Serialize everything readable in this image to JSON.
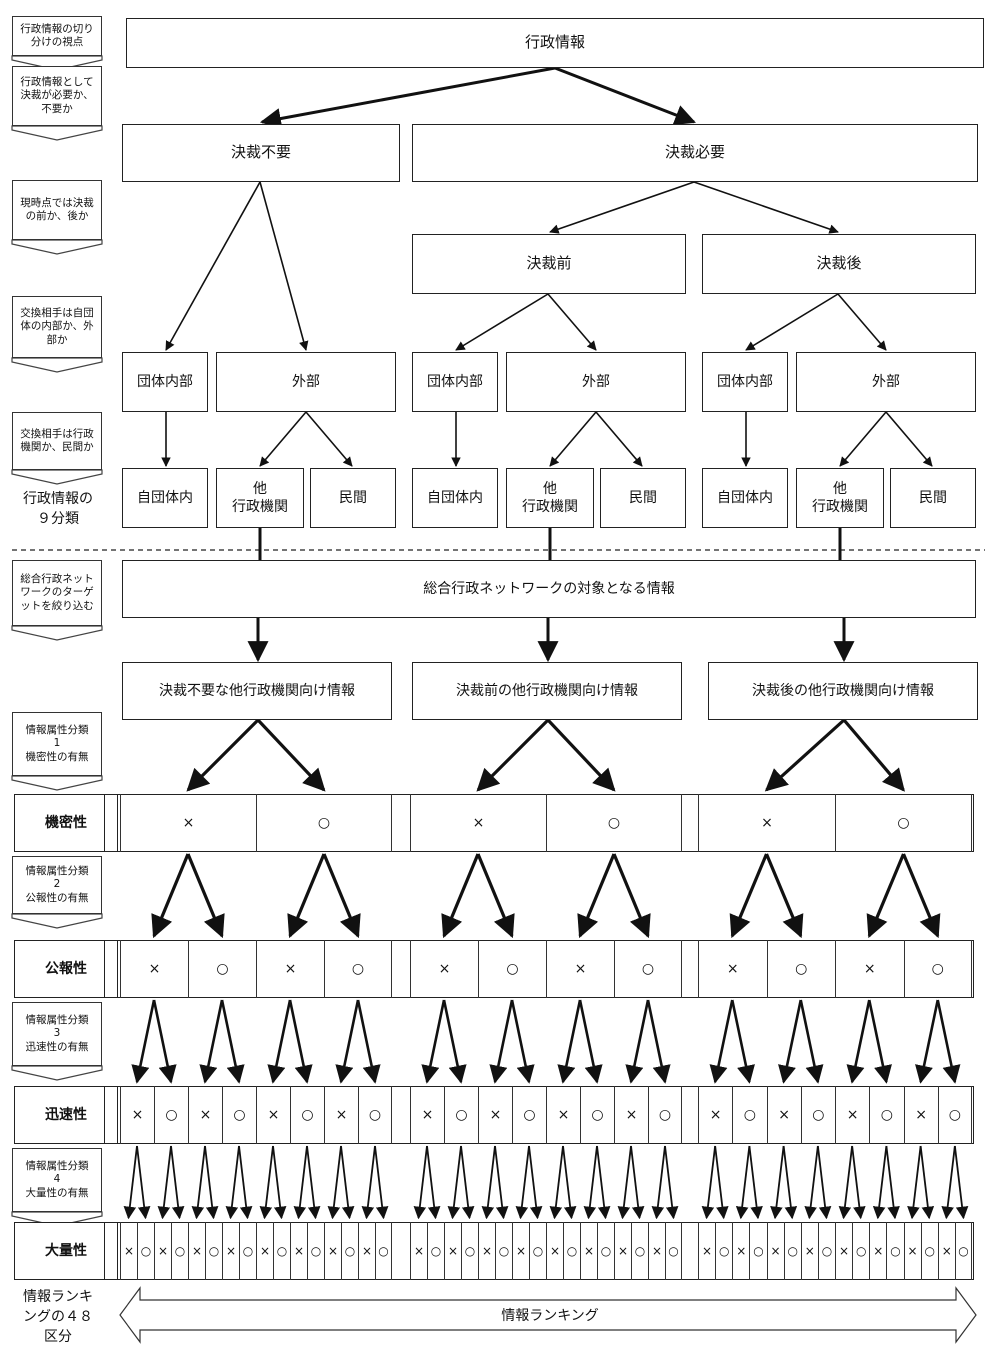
{
  "left_steps": [
    "行政情報の切り分けの視点",
    "行政情報として決裁が必要か、不要か",
    "現時点では決裁の前か、後か",
    "交換相手は自団体の内部か、外部か",
    "交換相手は行政機関か、民間か",
    "総合行政ネットワークのターゲットを絞り込む",
    "情報属性分類\n1\n機密性の有無",
    "情報属性分類\n2\n公報性の有無",
    "情報属性分類\n3\n迅速性の有無",
    "情報属性分類\n4\n大量性の有無"
  ],
  "nine_label": "行政情報の\n９分類",
  "ranking_label": "情報ランキ\nングの４８\n区分",
  "root": "行政情報",
  "level1": [
    "決裁不要",
    "決裁必要"
  ],
  "level2": [
    "決裁前",
    "決裁後"
  ],
  "internal": "団体内部",
  "external": "外部",
  "own_org": "自団体内",
  "other_gov": "他\n行政機関",
  "private": "民間",
  "network_box": "総合行政ネットワークの対象となる情報",
  "targets": [
    "決裁不要な他行政機関向け情報",
    "決裁前の他行政機関向け情報",
    "決裁後の他行政機関向け情報"
  ],
  "attributes": [
    "機密性",
    "公報性",
    "迅速性",
    "大量性"
  ],
  "mark_no": "×",
  "mark_yes": "○",
  "ranking_arrow": "情報ランキング"
}
